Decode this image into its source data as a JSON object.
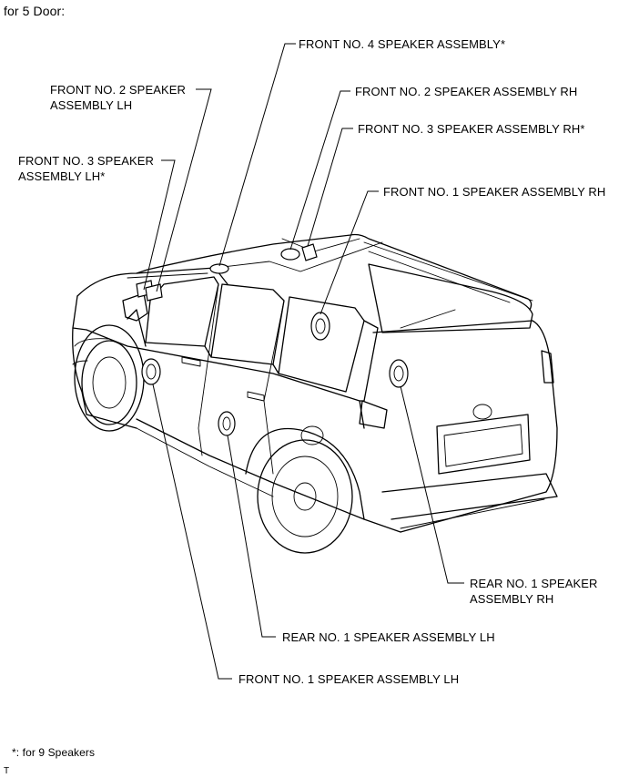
{
  "header": {
    "title": "for 5 Door:"
  },
  "labels": {
    "front_no4": "FRONT NO. 4 SPEAKER ASSEMBLY*",
    "front_no2_rh": "FRONT NO. 2 SPEAKER ASSEMBLY RH",
    "front_no3_rh": "FRONT NO. 3 SPEAKER ASSEMBLY RH*",
    "front_no1_rh": "FRONT NO. 1 SPEAKER ASSEMBLY RH",
    "front_no2_lh_line1": "FRONT NO. 2 SPEAKER",
    "front_no2_lh_line2": "ASSEMBLY LH",
    "front_no3_lh_line1": "FRONT NO. 3 SPEAKER",
    "front_no3_lh_line2": "ASSEMBLY LH*",
    "rear_no1_rh_line1": "REAR NO. 1 SPEAKER",
    "rear_no1_rh_line2": "ASSEMBLY RH",
    "rear_no1_lh": "REAR NO. 1 SPEAKER ASSEMBLY LH",
    "front_no1_lh": "FRONT NO. 1 SPEAKER ASSEMBLY LH"
  },
  "footnote": "*: for 9 Speakers",
  "corner_mark": "T"
}
